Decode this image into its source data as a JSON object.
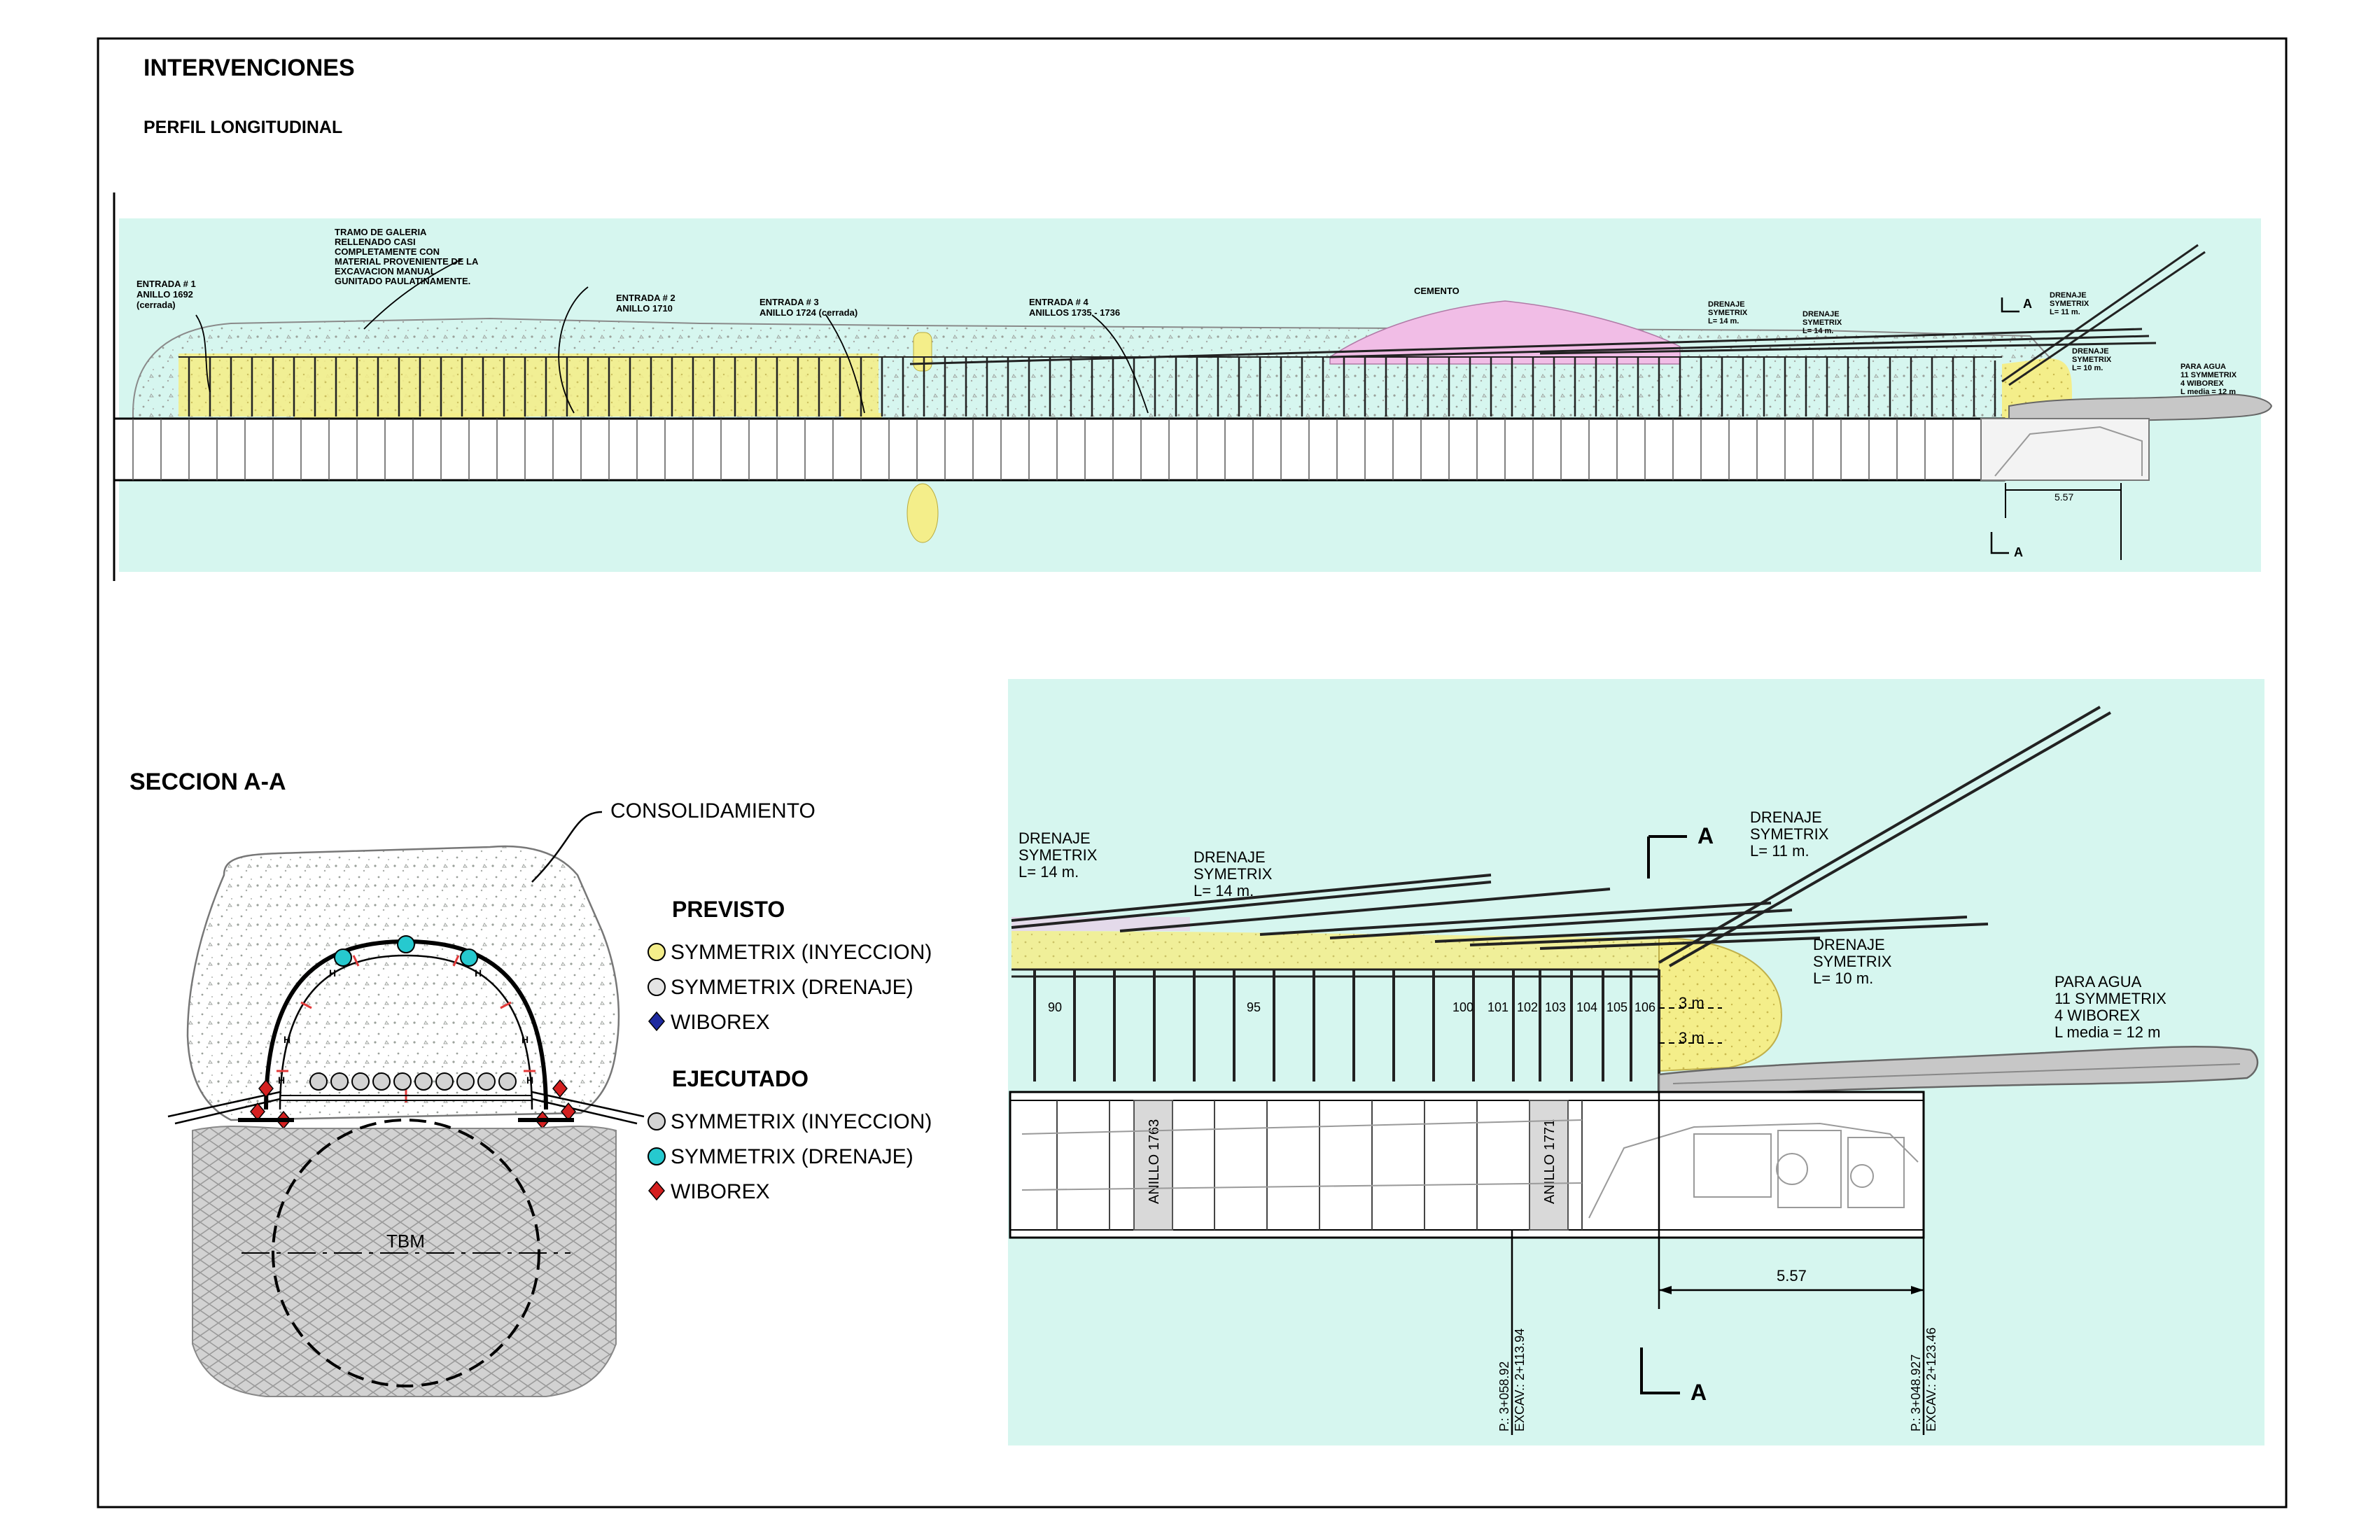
{
  "header": {
    "title": "INTERVENCIONES",
    "subtitle": "PERFIL LONGITUDINAL"
  },
  "colors": {
    "background_fill": "#d6f6ef",
    "ground_dots": "#c8ccc8",
    "injection_yellow": "#f4ee8a",
    "cement_pink": "#f1bde6",
    "drainage_cyan": "#26c9cf",
    "wiborex_blue": "#1e2aa0",
    "wiborex_red": "#d42020",
    "tbm_gray": "#c7c7c7"
  },
  "profile": {
    "callouts": {
      "entrada1": [
        "ENTRADA # 1",
        "ANILLO 1692",
        "(cerrada)"
      ],
      "tramo": [
        "TRAMO DE GALERIA",
        "RELLENADO CASI",
        "COMPLETAMENTE CON",
        "MATERIAL PROVENIENTE DE LA",
        "EXCAVACION MANUAL",
        "GUNITADO PAULATINAMENTE."
      ],
      "entrada2": [
        "ENTRADA # 2",
        "ANILLO 1710"
      ],
      "entrada3": [
        "ENTRADA # 3",
        "ANILLO 1724 (cerrada)"
      ],
      "entrada4": [
        "ENTRADA # 4",
        "ANILLOS 1735 - 1736"
      ],
      "cemento": "CEMENTO",
      "drenaje14a": [
        "DRENAJE",
        "SYMETRIX",
        "L= 14 m."
      ],
      "drenaje14b": [
        "DRENAJE",
        "SYMETRIX",
        "L= 14 m."
      ],
      "drenaje11": [
        "DRENAJE",
        "SYMETRIX",
        "L= 11 m."
      ],
      "drenaje10": [
        "DRENAJE",
        "SYMETRIX",
        "L= 10 m."
      ],
      "agua": [
        "PARA AGUA",
        "11 SYMMETRIX",
        "4 WIBOREX",
        "L media = 12 m"
      ],
      "section_mark": "A",
      "dim": "5.57"
    }
  },
  "section": {
    "title": "SECCION A-A",
    "consolidation": "CONSOLIDAMIENTO",
    "tbm": "TBM",
    "legend": {
      "planned_title": "PREVISTO",
      "executed_title": "EJECUTADO",
      "items": [
        "SYMMETRIX (INYECCION)",
        "SYMMETRIX (DRENAJE)",
        "WIBOREX"
      ]
    }
  },
  "detail": {
    "drenaje14a": [
      "DRENAJE",
      "SYMETRIX",
      "L= 14 m."
    ],
    "drenaje14b": [
      "DRENAJE",
      "SYMETRIX",
      "L= 14 m."
    ],
    "drenaje11": [
      "DRENAJE",
      "SYMETRIX",
      "L= 11 m."
    ],
    "drenaje10": [
      "DRENAJE",
      "SYMETRIX",
      "L= 10 m."
    ],
    "agua": [
      "PARA AGUA",
      "11 SYMMETRIX",
      "4 WIBOREX",
      "L media = 12 m"
    ],
    "section_mark": "A",
    "ring_numbers": [
      "90",
      "95",
      "100",
      "101",
      "102",
      "103",
      "104",
      "105",
      "106"
    ],
    "depth_3m": "3 m",
    "ring_1763": "ANILLO 1763",
    "ring_1771": "ANILLO 1771",
    "dim": "5.57",
    "station1": [
      "P.: 3+058.92",
      "EXCAV.: 2+113.94"
    ],
    "station2": [
      "P.: 3+048.927",
      "EXCAV.: 2+123.46"
    ]
  }
}
